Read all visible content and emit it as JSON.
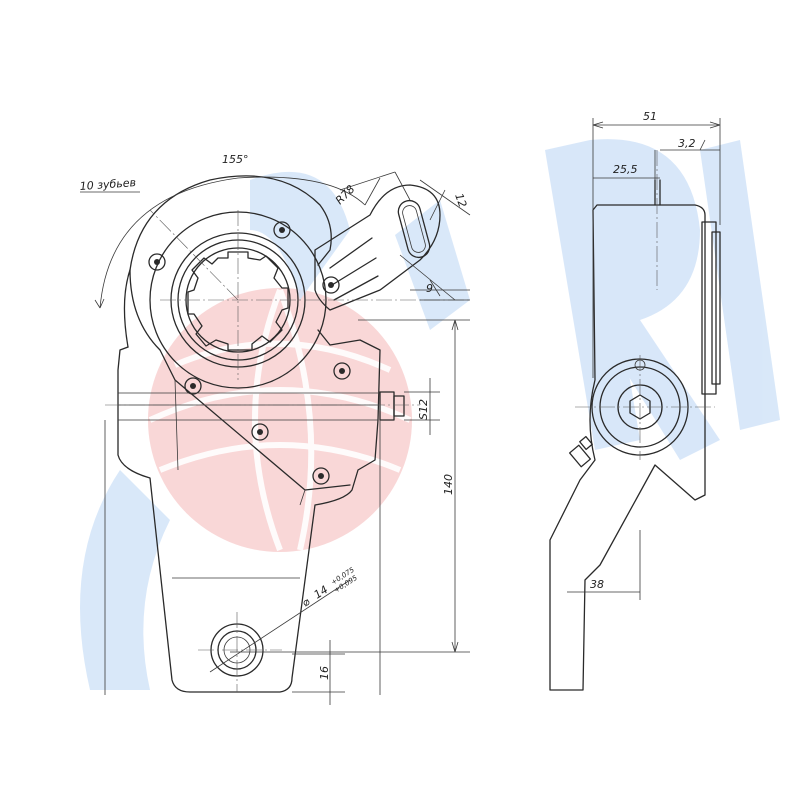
{
  "colors": {
    "watermark_blue": "#cfe2f8",
    "watermark_red": "#f7c9c9",
    "line": "#2a2a2a",
    "background": "#ffffff"
  },
  "labels": {
    "teeth": "10 зубьев",
    "angle": "155°",
    "radius": "R78",
    "dim_12_top": "12",
    "dim_9": "9",
    "dim_s12": "S12",
    "dim_140": "140",
    "dim_14": "14",
    "tol_upper": "+0,075",
    "tol_lower": "+0,095",
    "dim_16": "16",
    "dim_51": "51",
    "dim_3_2": "3,2",
    "dim_25_5": "25,5",
    "dim_38": "38"
  },
  "icons": {
    "watermark": "rosdetal-logo-watermark",
    "diameter": "diameter-symbol"
  }
}
